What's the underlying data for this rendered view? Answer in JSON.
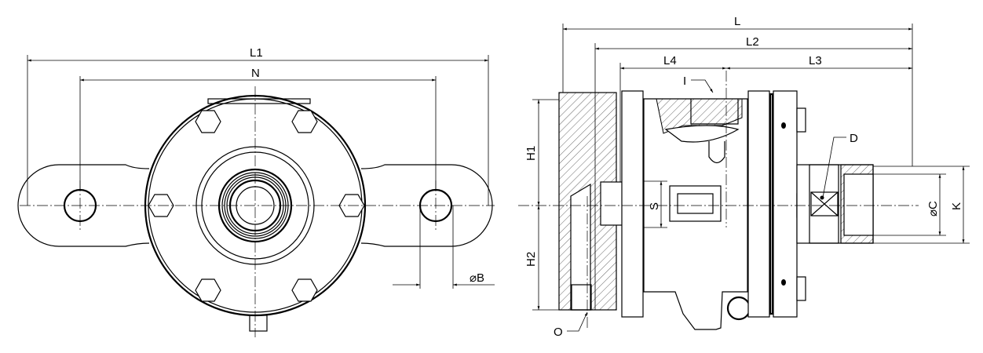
{
  "front_view": {
    "labels": {
      "L1": "L1",
      "N": "N",
      "B": "⌀B"
    }
  },
  "side_view": {
    "labels": {
      "L": "L",
      "L2": "L2",
      "L4": "L4",
      "L3": "L3",
      "I": "I",
      "D": "D",
      "H1": "H1",
      "H2": "H2",
      "S": "S",
      "C": "⌀C",
      "K": "K",
      "O": "O"
    }
  }
}
